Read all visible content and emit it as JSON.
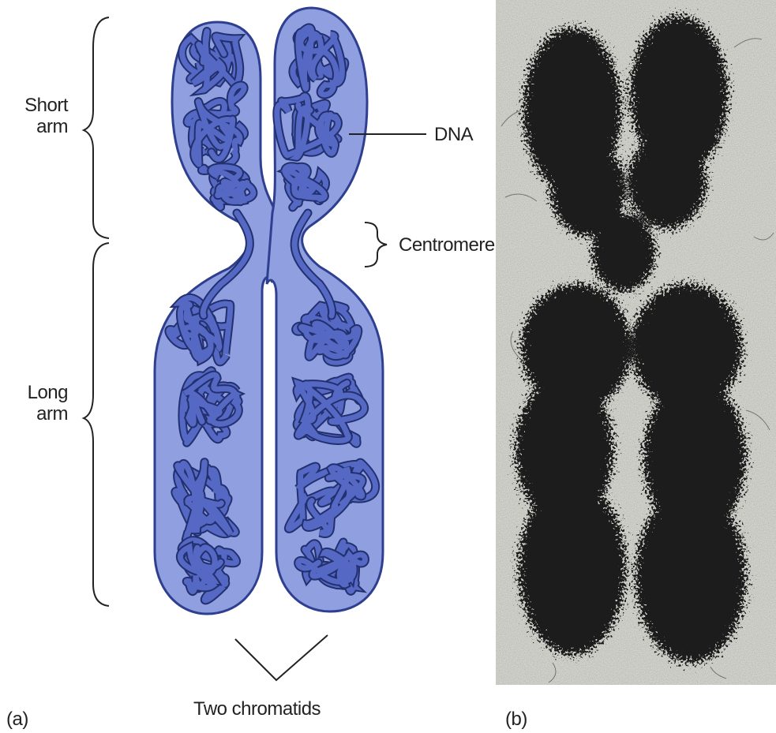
{
  "panel_a": {
    "panel_label": "(a)",
    "labels": {
      "short_arm_line1": "Short",
      "short_arm_line2": "arm",
      "long_arm_line1": "Long",
      "long_arm_line2": "arm",
      "dna": "DNA",
      "centromere": "Centromere",
      "two_chromatids": "Two chromatids"
    },
    "colors": {
      "chromatid_fill": "#8f9fe0",
      "chromatid_stroke": "#2f3f8f",
      "dna_fiber": "#5468c4",
      "dna_outline": "#23306e"
    }
  },
  "panel_b": {
    "panel_label": "(b)",
    "description_colors": {
      "background": "#d9d9d4",
      "chromosome": "#1c1f1c"
    }
  }
}
